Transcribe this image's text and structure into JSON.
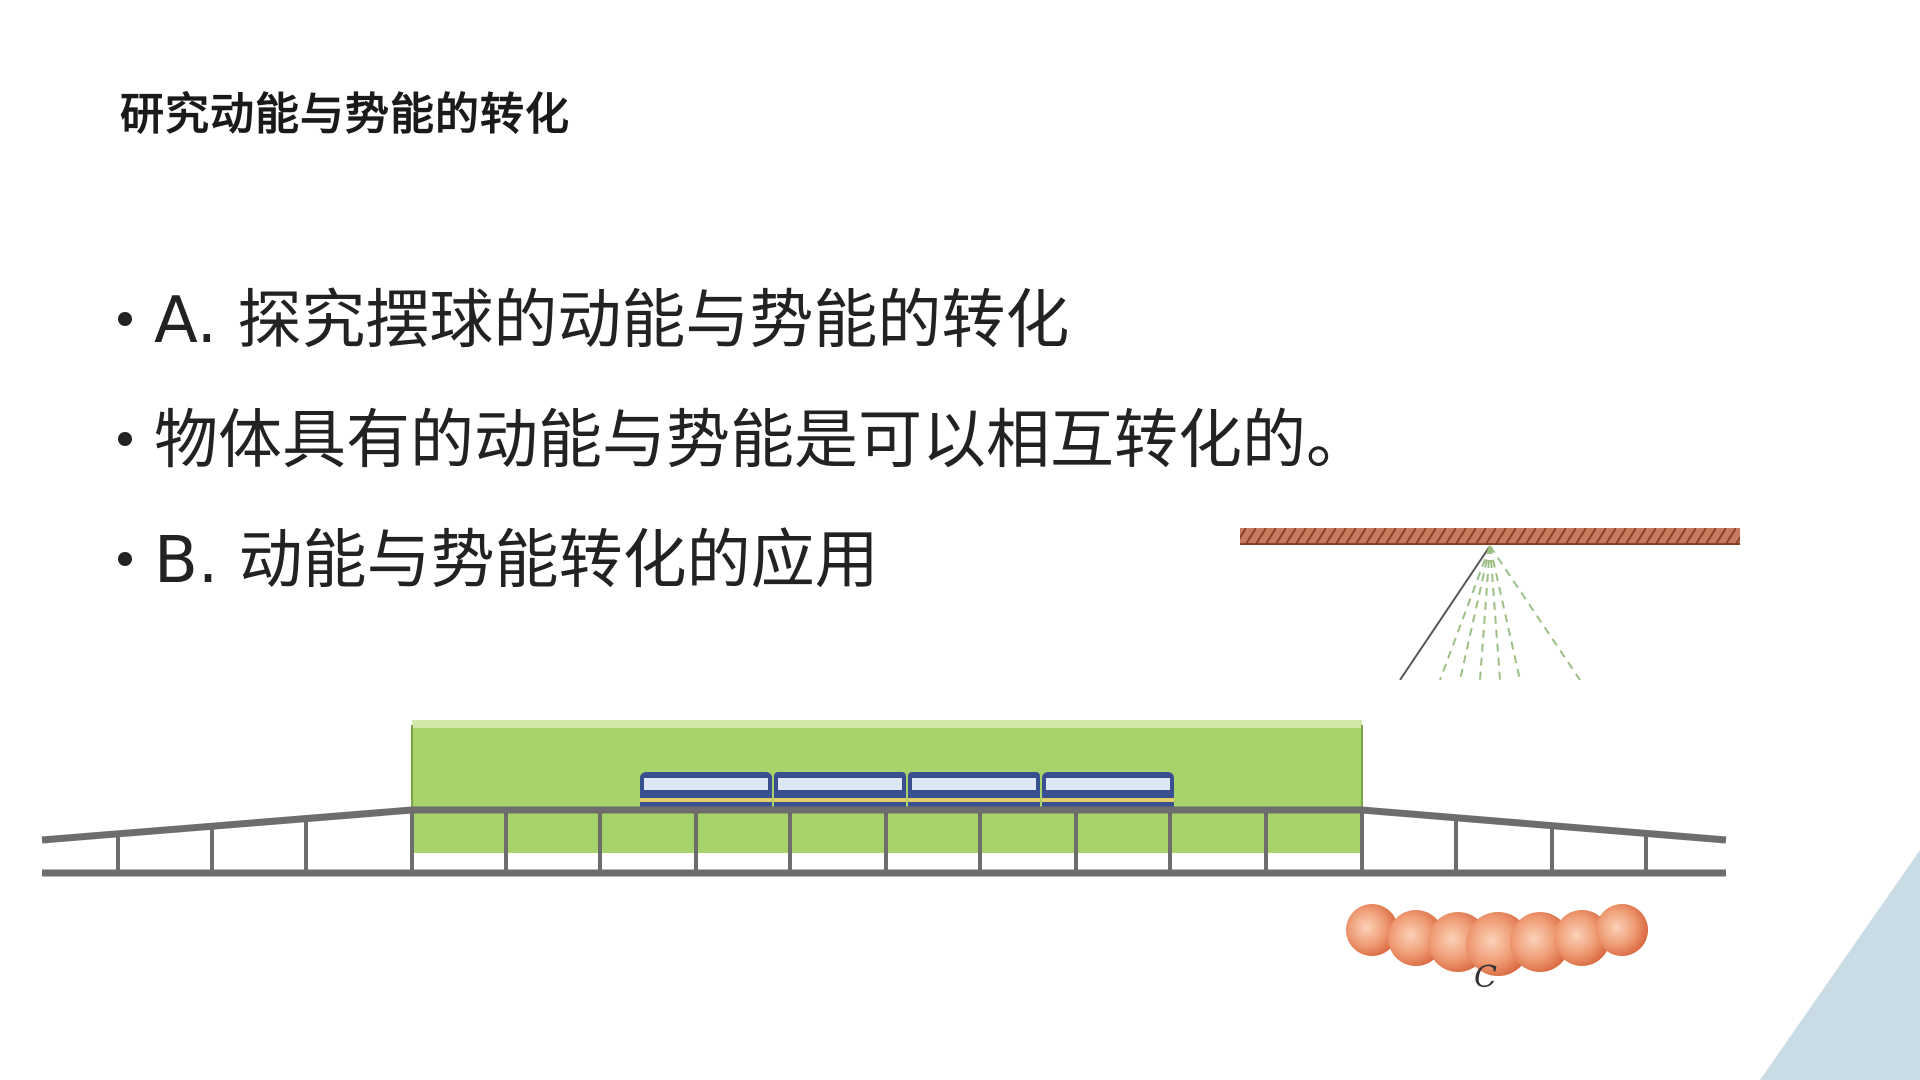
{
  "slide": {
    "title": "研究动能与势能的转化",
    "bullets": [
      "A. 探究摆球的动能与势能的转化",
      "物体具有的动能与势能是可以相互转化的。",
      "B. 动能与势能转化的应用"
    ]
  },
  "figures": {
    "pendulum_label_c": "C"
  },
  "colors": {
    "ceiling": "#b5654a",
    "pendulum_line": "#9bbf84",
    "ball": "#e8825c",
    "bridge_steel": "#6d6d6d",
    "platform": "#a8d36a",
    "train": "#3a4f8f",
    "corner_triangle": "#c9dbe5"
  }
}
